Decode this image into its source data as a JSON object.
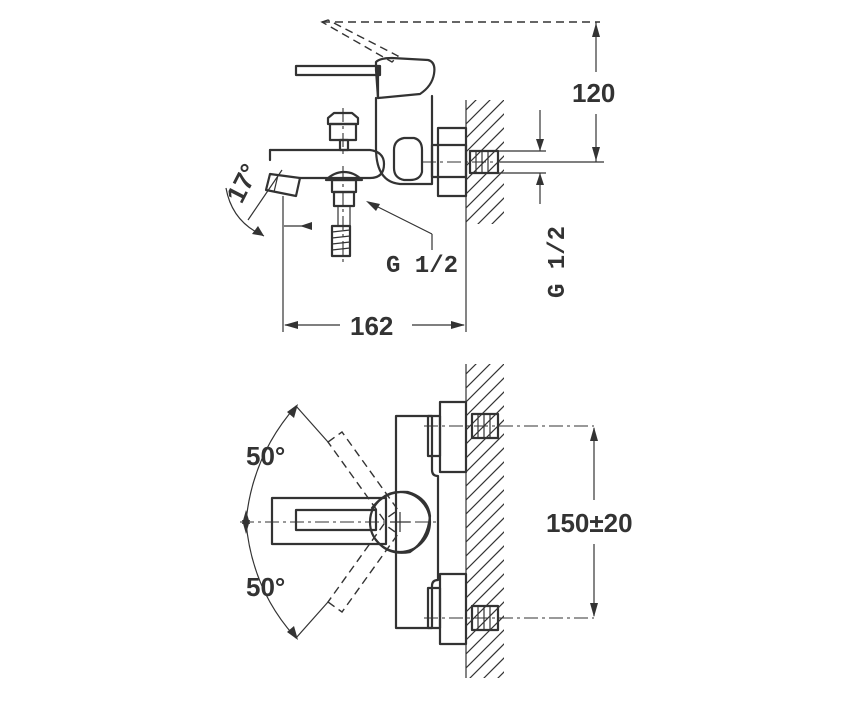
{
  "labels": {
    "height_dim": "120",
    "thread_inlet": "G 1/2",
    "thread_wall": "G 1/2",
    "angle_spout": "17°",
    "projection_dim": "162",
    "angle_upper": "50°",
    "angle_lower": "50°",
    "center_distance": "150±20"
  }
}
